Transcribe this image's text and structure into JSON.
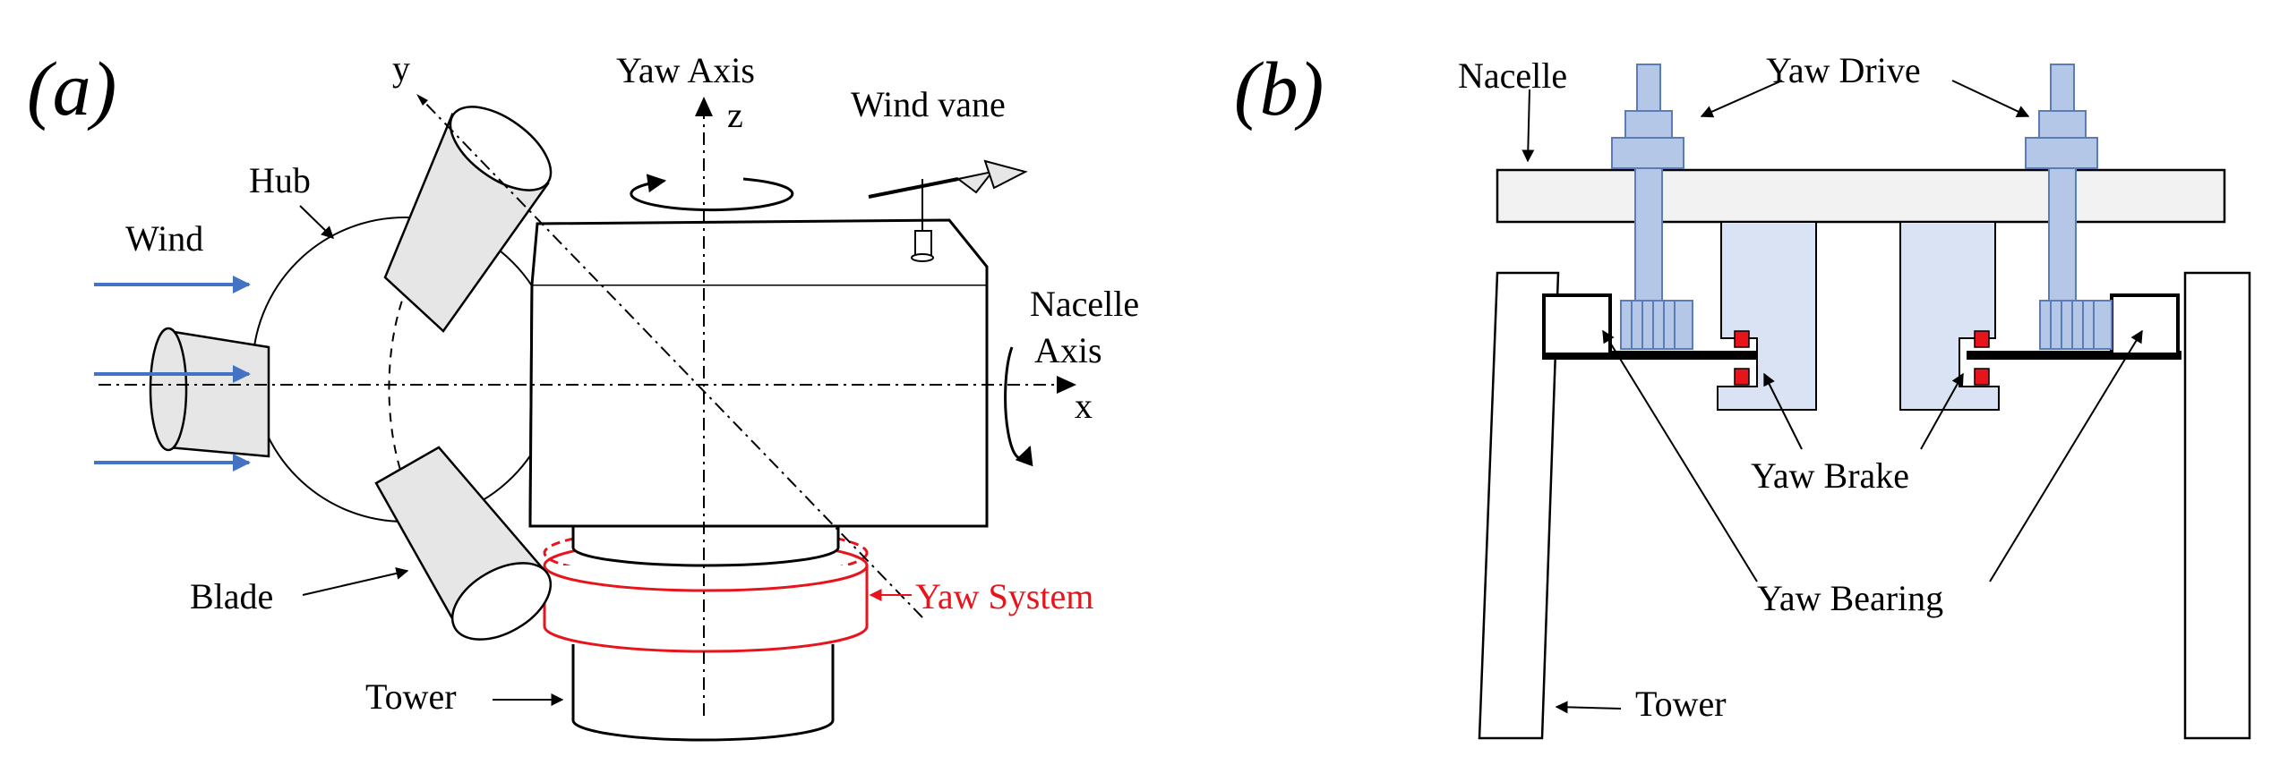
{
  "panels": {
    "a": {
      "label": "(a)",
      "labels": {
        "yaw_axis": "Yaw Axis",
        "z_axis": "z",
        "y_axis": "y",
        "x_axis": "x",
        "hub": "Hub",
        "wind": "Wind",
        "wind_vane": "Wind vane",
        "nacelle_axis_1": "Nacelle",
        "nacelle_axis_2": "Axis",
        "blade": "Blade",
        "yaw_system": "Yaw System",
        "tower": "Tower"
      }
    },
    "b": {
      "label": "(b)",
      "labels": {
        "nacelle": "Nacelle",
        "yaw_drive": "Yaw Drive",
        "yaw_brake": "Yaw Brake",
        "yaw_bearing": "Yaw Bearing",
        "tower": "Tower"
      }
    }
  },
  "colors": {
    "wind_arrow": "#4472c4",
    "yaw_system": "#e8141b",
    "yaw_drive_fill": "#b4c7e7",
    "yaw_drive_stroke": "#5a7db8",
    "yaw_brake_pad": "#e8141b",
    "panel_fill": "#dae3f3",
    "blade_fill": "#e6e6e6",
    "nacelle_bar_fill": "#f2f2f2"
  }
}
